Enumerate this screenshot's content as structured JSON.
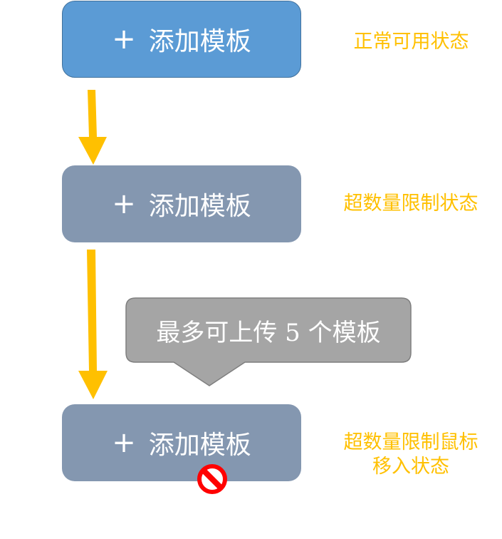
{
  "buttons": [
    {
      "icon": "plus-icon",
      "plus": "+",
      "label": "添加模板",
      "state_label": "正常可用状态"
    },
    {
      "icon": "plus-icon",
      "plus": "+",
      "label": "添加模板",
      "state_label": "超数量限制状态"
    },
    {
      "icon": "plus-icon",
      "plus": "+",
      "label": "添加模板",
      "state_label_line1": "超数量限制鼠标",
      "state_label_line2": "移入状态"
    }
  ],
  "tooltip": {
    "text": "最多可上传 5 个模板"
  },
  "cursor_icon": "not-allowed-icon",
  "colors": {
    "normal_button": "#5b9bd5",
    "disabled_button": "#8497b0",
    "tooltip": "#a5a5a5",
    "arrow": "#ffc000",
    "label": "#ffc000",
    "cursor": "#ff0000"
  }
}
